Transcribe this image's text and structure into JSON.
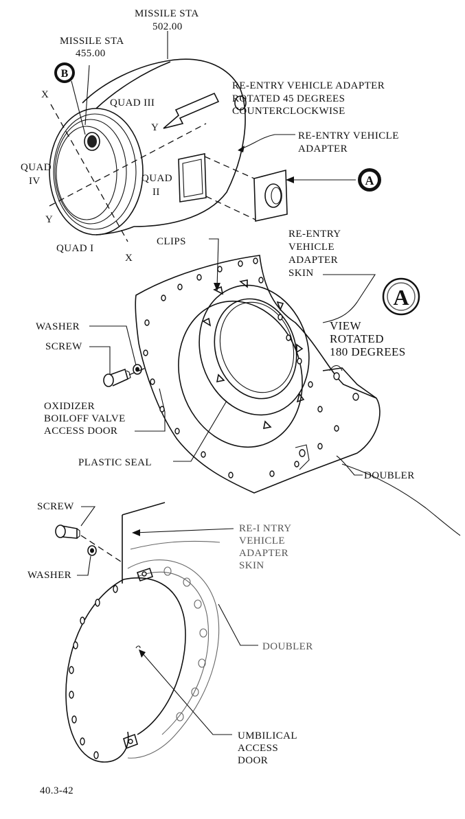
{
  "labels": {
    "missile_sta_1": "MISSILE STA",
    "missile_sta_1_val": "502.00",
    "missile_sta_2": "MISSILE STA",
    "missile_sta_2_val": "455.00",
    "callout_b": "B",
    "callout_a_small": "A",
    "callout_a_large": "A",
    "quad_iii": "QUAD III",
    "quad_iv_1": "QUAD",
    "quad_iv_2": "IV",
    "quad_ii_1": "QUAD",
    "quad_ii_2": "II",
    "quad_i": "QUAD I",
    "axis_x_top": "X",
    "axis_x_bottom": "X",
    "axis_y_right": "Y",
    "axis_y_left": "Y",
    "rotated_note_1": "RE-ENTRY VEHICLE ADAPTER",
    "rotated_note_2": "ROTATED 45 DEGREES",
    "rotated_note_3": "COUNTERCLOCKWISE",
    "rv_adapter_1": "RE-ENTRY VEHICLE",
    "rv_adapter_2": "ADAPTER",
    "clips": "CLIPS",
    "rv_skin_1_l1": "RE-ENTRY",
    "rv_skin_1_l2": "VEHICLE",
    "rv_skin_1_l3": "ADAPTER",
    "rv_skin_1_l4": "SKIN",
    "view_rotated_1": "VIEW",
    "view_rotated_2": "ROTATED",
    "view_rotated_3": "180 DEGREES",
    "washer_1": "WASHER",
    "screw_1": "SCREW",
    "ox_door_1": "OXIDIZER",
    "ox_door_2": "BOILOFF VALVE",
    "ox_door_3": "ACCESS DOOR",
    "plastic_seal": "PLASTIC SEAL",
    "doubler_1": "DOUBLER",
    "screw_2": "SCREW",
    "washer_2": "WASHER",
    "rv_skin_2_l1": "RE-I NTRY",
    "rv_skin_2_l2": "VEHICLE",
    "rv_skin_2_l3": "ADAPTER",
    "rv_skin_2_l4": "SKIN",
    "doubler_2": "DOUBLER",
    "umbilical_1": "UMBILICAL",
    "umbilical_2": "ACCESS",
    "umbilical_3": "DOOR",
    "figure_number": "40.3-42"
  }
}
